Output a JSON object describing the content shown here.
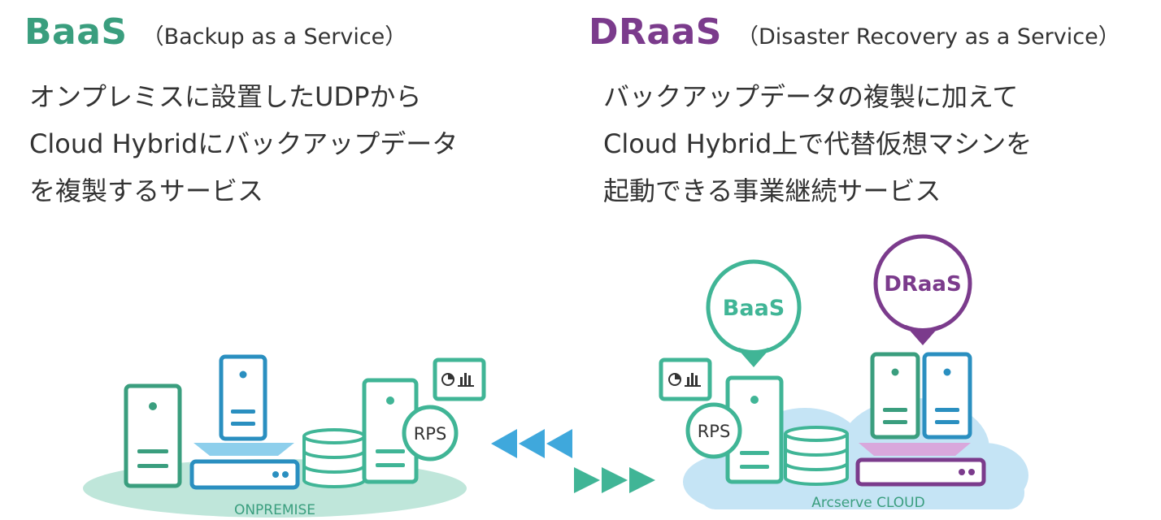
{
  "baas": {
    "title": "BaaS",
    "subtitle": "（Backup as a Service）",
    "description": [
      "オンプレミスに設置したUDPから",
      "Cloud Hybridにバックアップデータ",
      "を複製するサービス"
    ]
  },
  "draas": {
    "title": "DRaaS",
    "subtitle": "（Disaster Recovery as a Service）",
    "description": [
      "バックアップデータの複製に加えて",
      "Cloud Hybrid上で代替仮想マシンを",
      "起動できる事業継続サービス"
    ]
  },
  "diagram": {
    "onpremise_label": "ONPREMISE",
    "cloud_label": "Arcserve CLOUD",
    "rps_label_left": "RPS",
    "rps_label_right": "RPS",
    "bubble_baas": "BaaS",
    "bubble_draas": "DRaaS"
  },
  "colors": {
    "teal": "#3a9e7e",
    "green": "#40b596",
    "blue": "#2a8fc0",
    "purple": "#7b3b8c",
    "light_blue_arrow": "#3fa8dc",
    "cloud": "#c5e4f5",
    "ground": "#bfe6da"
  }
}
